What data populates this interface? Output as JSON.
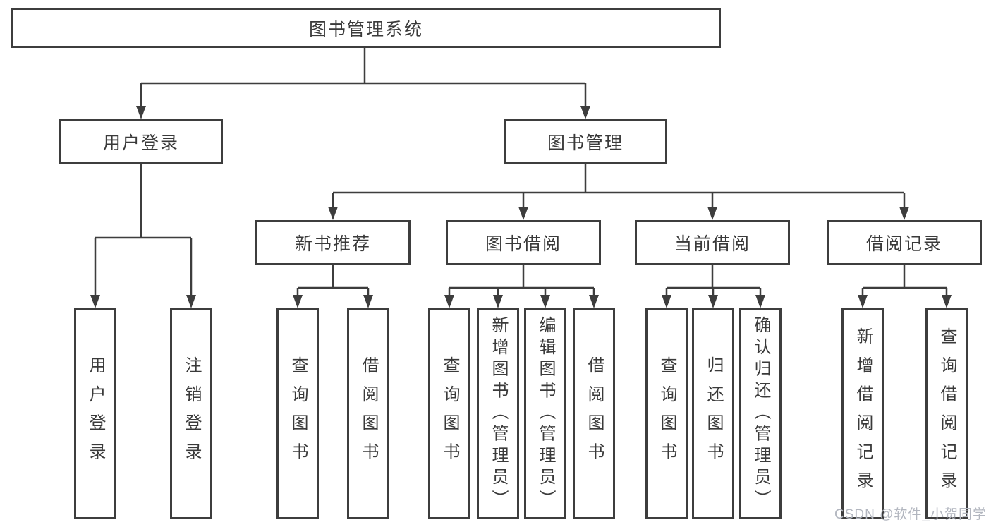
{
  "colors": {
    "line": "#3d3d3d",
    "text": "#3a3a3a",
    "box_fill": "#ffffff",
    "watermark": "#b2b6bf",
    "background": "#ffffff"
  },
  "watermark": "CSDN @软件_小贺同学",
  "diagram": {
    "root": "图书管理系统",
    "branches": [
      {
        "label": "用户登录",
        "children": [
          "用户登录",
          "注销登录"
        ]
      },
      {
        "label": "图书管理",
        "groups": [
          {
            "label": "新书推荐",
            "children": [
              "查询图书",
              "借阅图书"
            ]
          },
          {
            "label": "图书借阅",
            "children": [
              "查询图书",
              "新增图书（管理员）",
              "编辑图书（管理员）",
              "借阅图书"
            ]
          },
          {
            "label": "当前借阅",
            "children": [
              "查询图书",
              "归还图书",
              "确认归还（管理员）"
            ]
          },
          {
            "label": "借阅记录",
            "children": [
              "新增借阅记录",
              "查询借阅记录"
            ]
          }
        ]
      }
    ]
  }
}
